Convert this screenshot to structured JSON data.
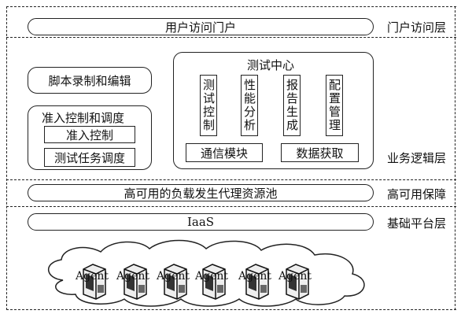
{
  "layers": {
    "portal": "门户访问层",
    "business": "业务逻辑层",
    "ha": "高可用保障",
    "base": "基础平台层"
  },
  "portal_bar": "用户访问门户",
  "business": {
    "script_box": "脚本录制和编辑",
    "admission_group": "准入控制和调度",
    "admission_control": "准入控制",
    "task_scheduling": "测试任务调度",
    "test_center": {
      "title": "测试中心",
      "modules": [
        "测试控制",
        "性能分析",
        "报告生成",
        "配置管理"
      ],
      "comm_module": "通信模块",
      "data_acq": "数据获取"
    }
  },
  "ha_bar": "高可用的负载发生代理资源池",
  "iaas_bar": "IaaS",
  "agents": [
    "Agent",
    "Agent",
    "Agent",
    "Agent",
    "Agent",
    "Agent"
  ]
}
